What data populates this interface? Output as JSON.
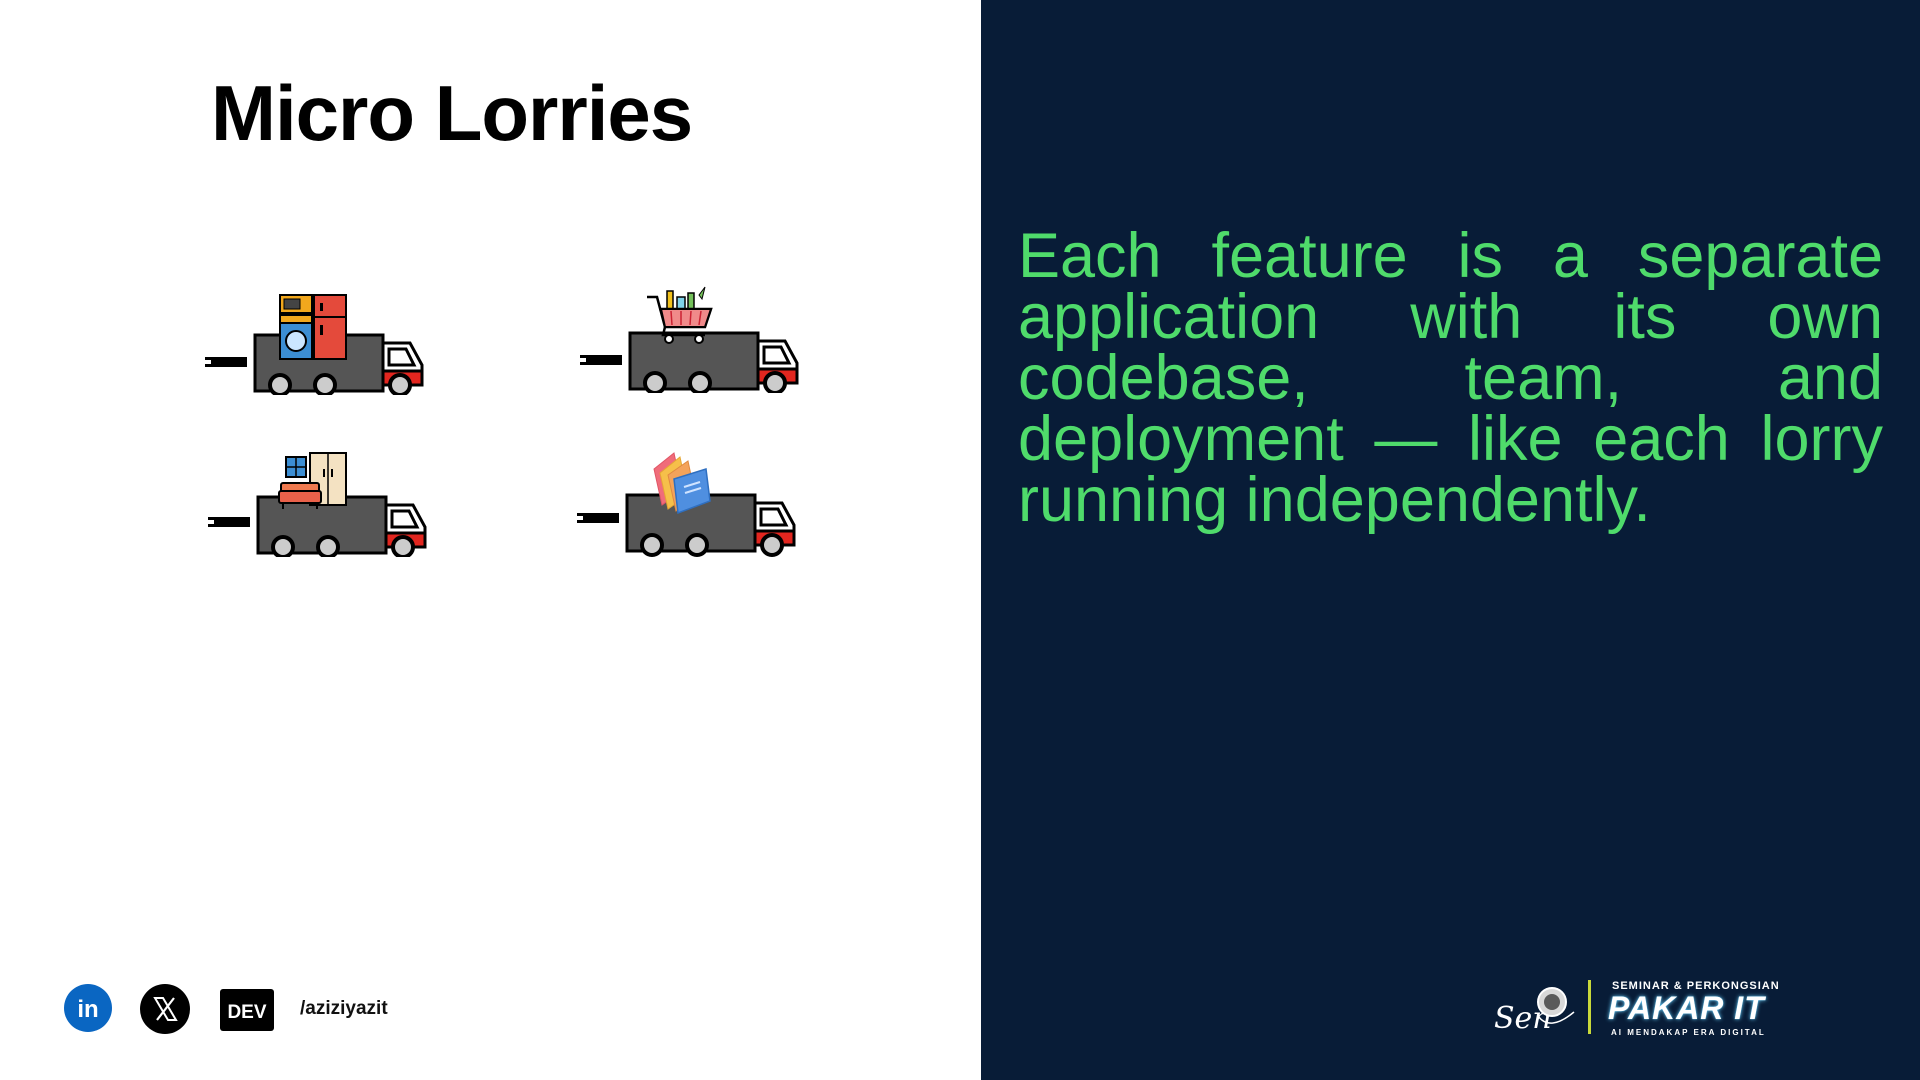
{
  "slide": {
    "title": "Micro Lorries",
    "description_lines": [
      "Each feature is a separate",
      "application with its own",
      "codebase, team, and",
      "deployment — like each lorry",
      "running independently."
    ],
    "colors": {
      "left_bg": "#ffffff",
      "right_bg": "#081c37",
      "accent_text": "#4fdb6b"
    }
  },
  "trucks": [
    {
      "cargo": "appliances",
      "icon": "appliance-truck-icon"
    },
    {
      "cargo": "groceries",
      "icon": "grocery-cart-truck-icon"
    },
    {
      "cargo": "furniture",
      "icon": "furniture-truck-icon"
    },
    {
      "cargo": "books",
      "icon": "books-truck-icon"
    }
  ],
  "footer": {
    "social_icons": [
      "linkedin-icon",
      "x-icon",
      "dev-icon"
    ],
    "linkedin_label": "in",
    "dev_label": "DEV",
    "handle": "/aziziyazit"
  },
  "event_logo": {
    "signature": "Sen",
    "top_text": "SEMINAR & PERKONGSIAN",
    "name": "PAKAR IT",
    "tagline": "AI MENDAKAP ERA DIGITAL"
  }
}
